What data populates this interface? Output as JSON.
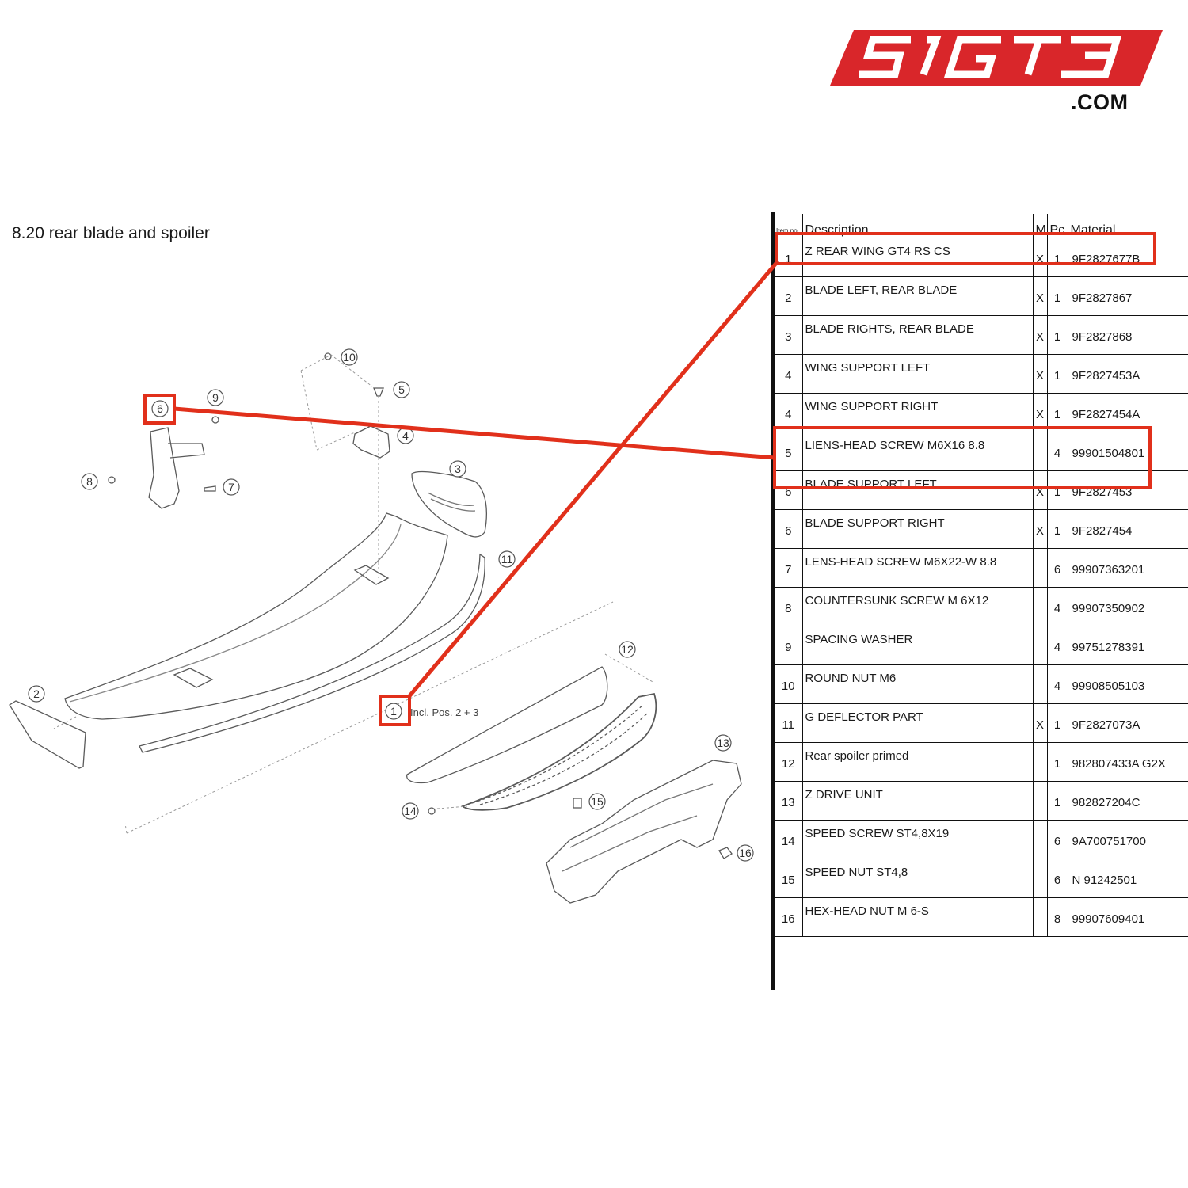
{
  "logo": {
    "name": "51GT3",
    "suffix": ".COM",
    "color": "#d9262a"
  },
  "title": "8.20  rear blade and spoiler",
  "incl_note": "Incl. Pos. 2 + 3",
  "table": {
    "headers": {
      "item": "Item no.",
      "description": "Description",
      "m": "M",
      "pc": "Pc.",
      "material": "Material"
    },
    "rows": [
      {
        "item": "1",
        "description": "Z REAR WING GT4 RS CS",
        "m": "X",
        "pc": "1",
        "material": "9F2827677B"
      },
      {
        "item": "2",
        "description": "BLADE LEFT, REAR BLADE",
        "m": "X",
        "pc": "1",
        "material": "9F2827867"
      },
      {
        "item": "3",
        "description": "BLADE RIGHTS, REAR BLADE",
        "m": "X",
        "pc": "1",
        "material": "9F2827868"
      },
      {
        "item": "4",
        "description": "WING SUPPORT LEFT",
        "m": "X",
        "pc": "1",
        "material": "9F2827453A"
      },
      {
        "item": "4",
        "description": "WING SUPPORT RIGHT",
        "m": "X",
        "pc": "1",
        "material": "9F2827454A"
      },
      {
        "item": "5",
        "description": "LIENS-HEAD SCREW M6X16 8.8",
        "m": "",
        "pc": "4",
        "material": "99901504801"
      },
      {
        "item": "6",
        "description": "BLADE SUPPORT LEFT",
        "m": "X",
        "pc": "1",
        "material": "9F2827453"
      },
      {
        "item": "6",
        "description": "BLADE SUPPORT RIGHT",
        "m": "X",
        "pc": "1",
        "material": "9F2827454"
      },
      {
        "item": "7",
        "description": "LENS-HEAD SCREW M6X22-W 8.8",
        "m": "",
        "pc": "6",
        "material": "99907363201"
      },
      {
        "item": "8",
        "description": "COUNTERSUNK SCREW M 6X12",
        "m": "",
        "pc": "4",
        "material": "99907350902"
      },
      {
        "item": "9",
        "description": "SPACING WASHER",
        "m": "",
        "pc": "4",
        "material": "99751278391"
      },
      {
        "item": "10",
        "description": "ROUND NUT M6",
        "m": "",
        "pc": "4",
        "material": "99908505103"
      },
      {
        "item": "11",
        "description": "G DEFLECTOR PART",
        "m": "X",
        "pc": "1",
        "material": "9F2827073A"
      },
      {
        "item": "12",
        "description": "Rear spoiler primed",
        "m": "",
        "pc": "1",
        "material": "982807433A G2X"
      },
      {
        "item": "13",
        "description": "Z DRIVE UNIT",
        "m": "",
        "pc": "1",
        "material": "982827204C"
      },
      {
        "item": "14",
        "description": "SPEED SCREW ST4,8X19",
        "m": "",
        "pc": "6",
        "material": "9A700751700"
      },
      {
        "item": "15",
        "description": "SPEED NUT ST4,8",
        "m": "",
        "pc": "6",
        "material": "N 91242501"
      },
      {
        "item": "16",
        "description": "HEX-HEAD NUT M 6-S",
        "m": "",
        "pc": "8",
        "material": "99907609401"
      }
    ]
  },
  "callouts": [
    "1",
    "2",
    "3",
    "4",
    "5",
    "6",
    "7",
    "8",
    "9",
    "10",
    "11",
    "12",
    "13",
    "14",
    "15",
    "16"
  ],
  "highlight_color": "#e1301b"
}
